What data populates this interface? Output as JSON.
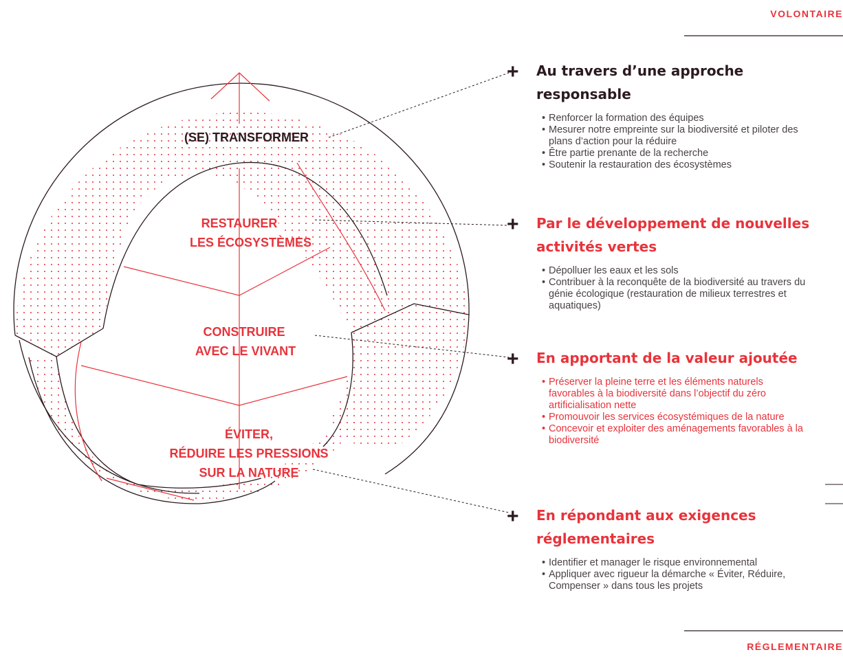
{
  "axis": {
    "top_label": "VOLONTAIRE",
    "bottom_label": "RÉGLEMENTAIRE"
  },
  "stages": {
    "transform": "(SE) TRANSFORMER",
    "restore_line1": "RESTAURER",
    "restore_line2": "LES ÉCOSYSTÈMES",
    "build_line1": "CONSTRUIRE",
    "build_line2": "AVEC LE VIVANT",
    "avoid_line1": "ÉVITER,",
    "avoid_line2": "RÉDUIRE LES PRESSIONS",
    "avoid_line3": "SUR LA NATURE"
  },
  "sections": [
    {
      "plus": "+",
      "title": "Au travers d’une approche responsable",
      "bullets": [
        "Renforcer la formation des équipes",
        "Mesurer notre empreinte sur la biodiversité et piloter des plans d’action pour la réduire",
        "Être partie prenante de la recherche",
        "Soutenir la restauration des écosystèmes"
      ]
    },
    {
      "plus": "+",
      "title": "Par le développement de nouvelles activités vertes",
      "bullets": [
        "Dépolluer les eaux et les sols",
        "Contribuer à la reconquête de la biodiversité au travers du génie écologique (restauration de milieux terrestres et aquatiques)"
      ]
    },
    {
      "plus": "+",
      "title": "En apportant de la valeur ajoutée",
      "bullets": [
        "Préserver la pleine terre et les éléments naturels favorables à la biodiversité dans l’objectif du zéro artificialisation nette",
        "Promouvoir les services écosystémiques de la nature",
        "Concevoir et exploiter des aménagements favorables à la biodiversité"
      ]
    },
    {
      "plus": "+",
      "title": "En répondant aux exigences réglementaires",
      "bullets": [
        "Identifier et manager le risque environnemental",
        "Appliquer avec rigueur la démarche « Éviter, Réduire, Compenser » dans tous les projets"
      ]
    }
  ],
  "colors": {
    "accent": "#e8333b",
    "dark": "#2b1a1e",
    "body_text": "#4a4245"
  }
}
